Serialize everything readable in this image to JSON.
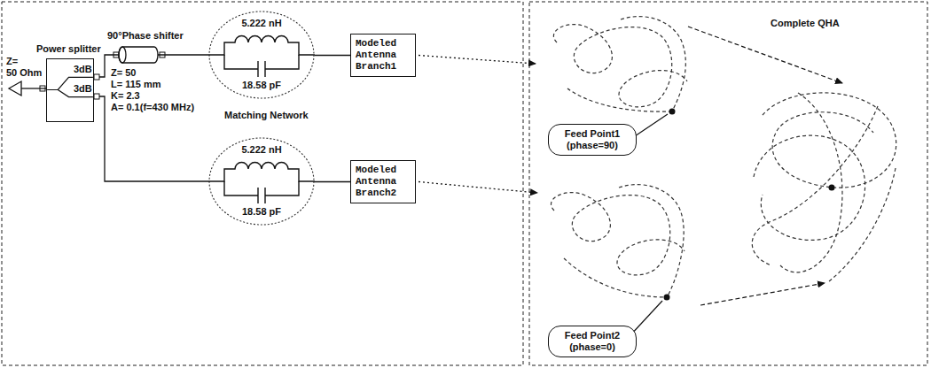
{
  "diagram": {
    "nodes": [
      {
        "text": [
          "Power splitter"
        ]
      },
      {
        "text": [
          "5.222 nH",
          "18.58 pF"
        ]
      },
      {
        "text": [
          "Modeled Antenna Branch1"
        ]
      },
      {
        "text": [
          "5.222 nH",
          "18.58 pF"
        ]
      },
      {
        "text": [
          "Modeled Antenna Branch2"
        ]
      },
      {
        "text": [
          "Feed Point1 (phase=90)"
        ]
      },
      {
        "text": [
          "Feed Point2 (phase=0)"
        ]
      }
    ],
    "edges": [
      {
        "from": 1,
        "to": 2,
        "arrow": "none"
      },
      {
        "from": 0,
        "to": 3,
        "arrow": "none"
      },
      {
        "from": 3,
        "to": 4,
        "arrow": "none"
      }
    ],
    "labels": [
      "Z=",
      "50 Ohm",
      "90°Phase shifter",
      "Z= 50",
      "L= 115 mm",
      "K= 2.3",
      "A= 0.1(f=430 MHz)",
      "3dB",
      "3dB",
      "Matching Network",
      "Complete QHA"
    ]
  }
}
